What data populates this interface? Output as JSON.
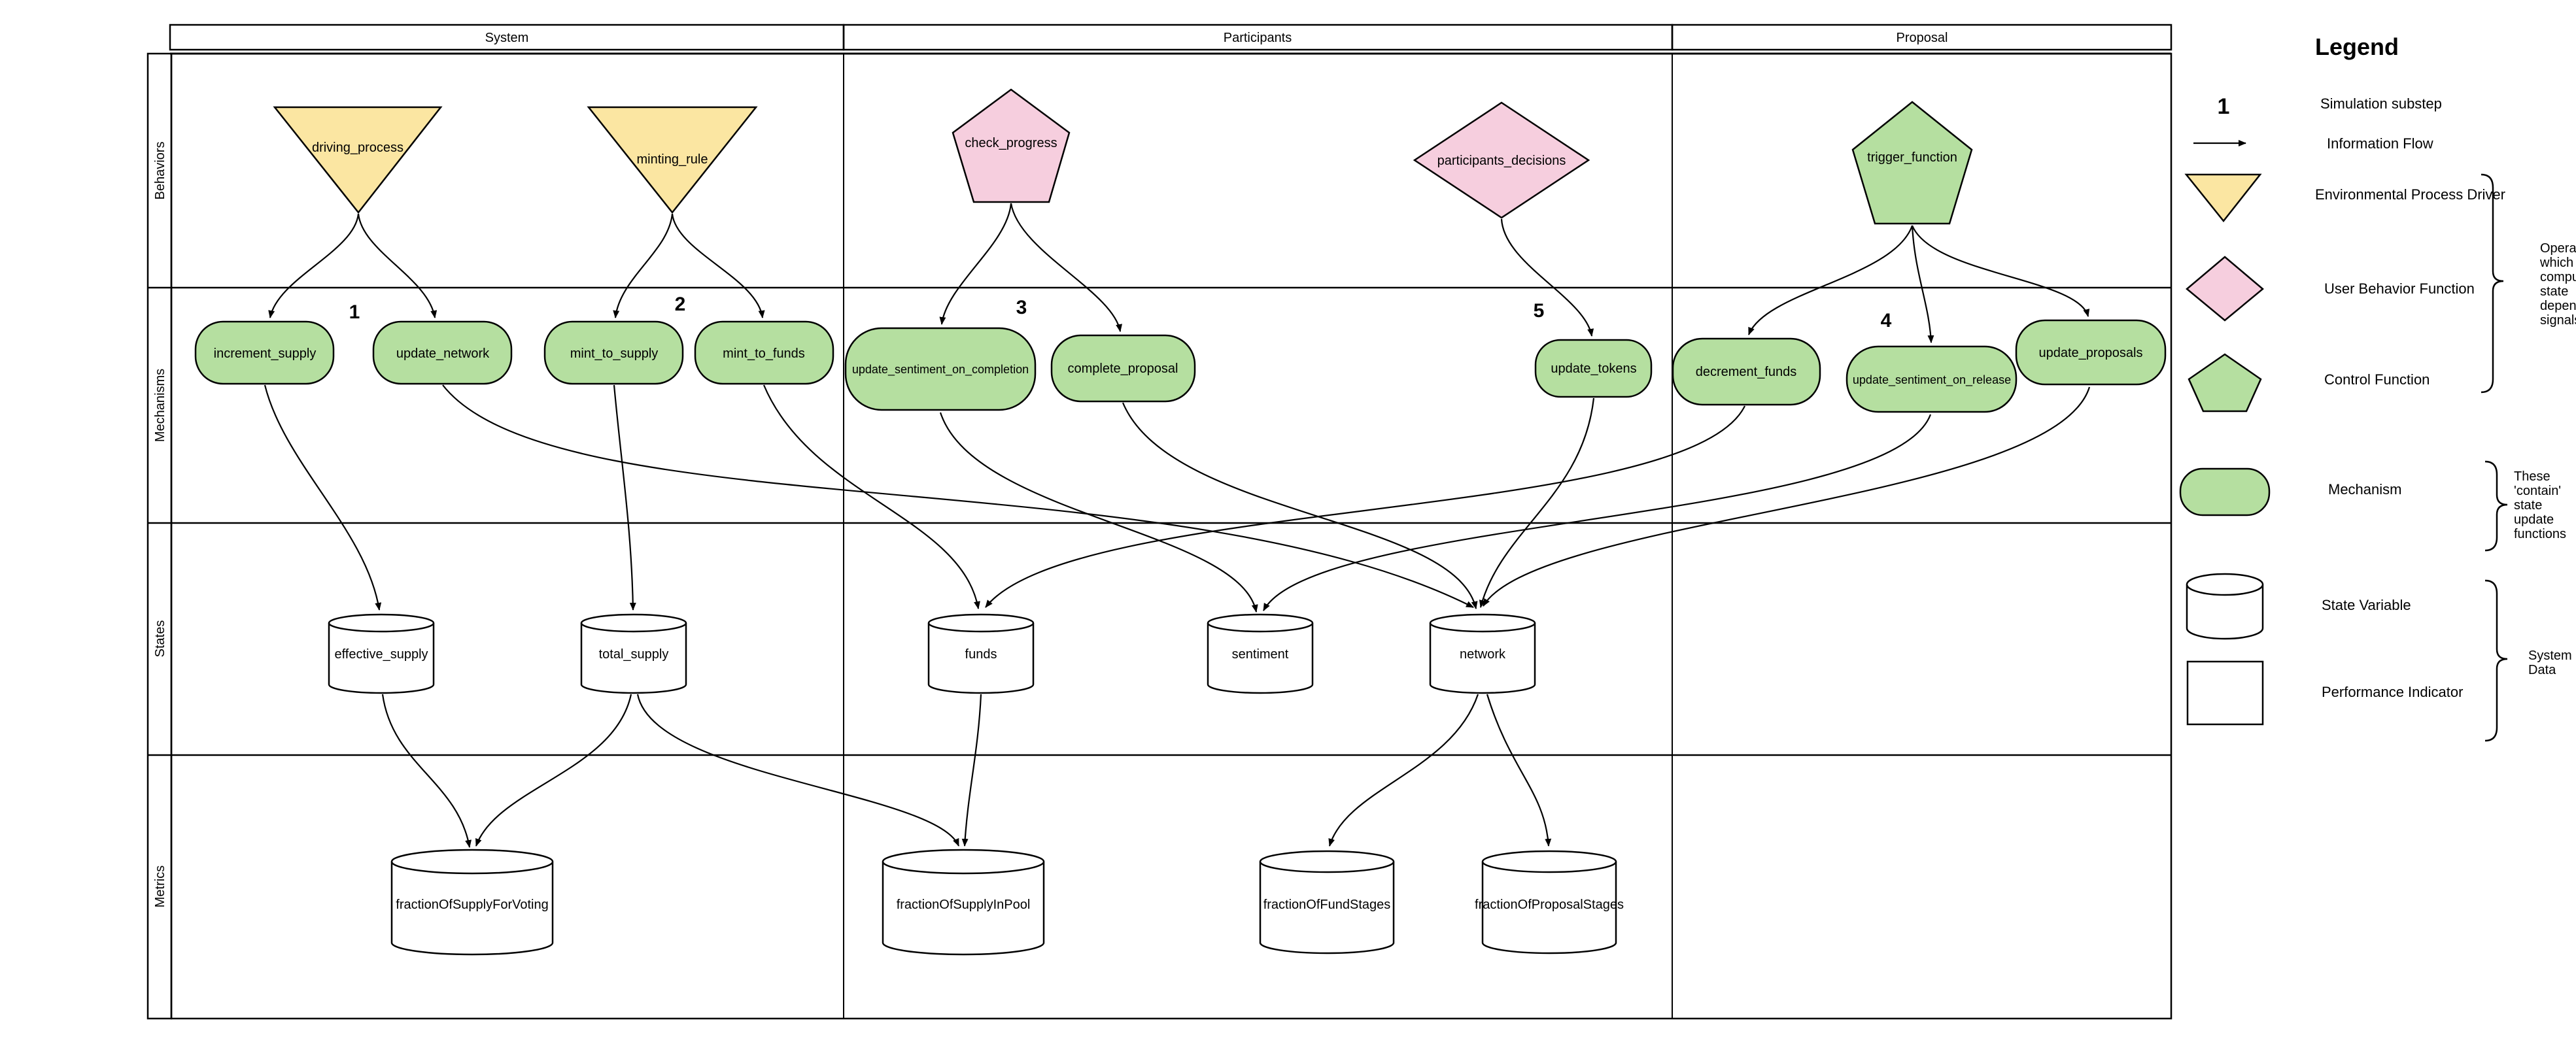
{
  "diagram": {
    "columns": [
      {
        "label": "System",
        "color": "#fbe6a2"
      },
      {
        "label": "Participants",
        "color": "#f6cede"
      },
      {
        "label": "Proposal",
        "color": "#b5dfa0"
      }
    ],
    "lanes": [
      "Behaviors",
      "Mechanisms",
      "States",
      "Metrics"
    ],
    "substeps": [
      "1",
      "2",
      "3",
      "4",
      "5"
    ]
  },
  "nodes": {
    "driving_process": "driving_process",
    "minting_rule": "minting_rule",
    "check_progress": "check_progress",
    "participants_decisions": "participants_decisions",
    "trigger_function": "trigger_function",
    "increment_supply": "increment_supply",
    "update_network": "update_network",
    "mint_to_supply": "mint_to_supply",
    "mint_to_funds": "mint_to_funds",
    "update_sentiment_on_completion": "update_sentiment_on_completion",
    "complete_proposal": "complete_proposal",
    "update_tokens": "update_tokens",
    "decrement_funds": "decrement_funds",
    "update_sentiment_on_release": "update_sentiment_on_release",
    "update_proposals": "update_proposals",
    "effective_supply": "effective_supply",
    "total_supply": "total_supply",
    "funds": "funds",
    "sentiment": "sentiment",
    "network": "network",
    "fractionOfSupplyForVoting": "fractionOfSupplyForVoting",
    "fractionOfSupplyInPool": "fractionOfSupplyInPool",
    "fractionOfFundStages": "fractionOfFundStages",
    "fractionOfProposalStages": "fractionOfProposalStages"
  },
  "legend": {
    "title": "Legend",
    "substep_glyph": "1",
    "items": [
      {
        "symbol": "substep-number",
        "label": "Simulation substep"
      },
      {
        "symbol": "arrow",
        "label": "Information Flow"
      },
      {
        "symbol": "triangle-down",
        "label": "Environmental Process Driver"
      },
      {
        "symbol": "diamond",
        "label": "User Behavior Function"
      },
      {
        "symbol": "pentagon",
        "label": "Control Function"
      },
      {
        "symbol": "stadium",
        "label": "Mechanism"
      },
      {
        "symbol": "cylinder",
        "label": "State Variable"
      },
      {
        "symbol": "square",
        "label": "Performance Indicator"
      }
    ],
    "notes": {
      "operators": [
        "Operators",
        "which",
        "compute",
        "state",
        "dependent",
        "signals"
      ],
      "contain": [
        "These",
        "'contain'",
        "state",
        "update",
        "functions"
      ],
      "system": [
        "System",
        "Data"
      ]
    }
  },
  "colors": {
    "environmental_driver": "#fbe6a2",
    "user_behavior": "#f6cede",
    "control_and_mechanism": "#b5dfa0",
    "lane_strip": "#e8e8e8",
    "stroke": "#000000"
  }
}
